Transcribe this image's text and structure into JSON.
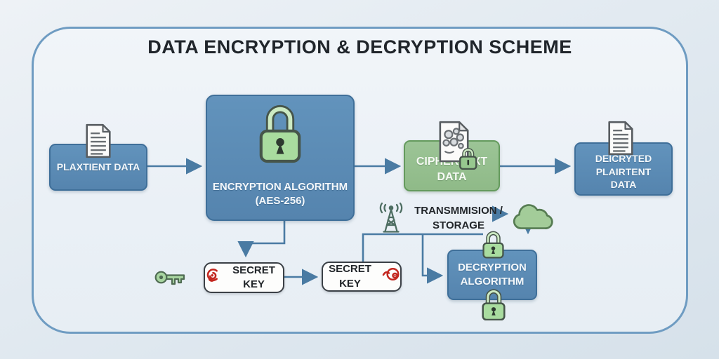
{
  "title": "DATA ENCRYPTION & DECRYPTION SCHEME",
  "nodes": {
    "plaintext": {
      "label": "PLAXTIENT DATA"
    },
    "encryption": {
      "line1": "ENCRYPTION ALGORITHM",
      "line2": "(AES-256)"
    },
    "ciphertext": {
      "line1": "CIPHERTEXT",
      "line2": "DATA"
    },
    "decrypted": {
      "line1": "DEICRYTED",
      "line2": "PLAIRTENT",
      "line3": "DATA"
    },
    "secret_key_left": {
      "label": "SECRET KEY"
    },
    "secret_key_right": {
      "label": "SECRET KEY"
    },
    "decryption": {
      "line1": "DECRYPTION",
      "line2": "ALGORITHM"
    },
    "transmission": {
      "line1": "TRANSMMISION /",
      "line2": "STORAGE"
    }
  },
  "icons": {
    "plaintext_document": "document-icon",
    "ciphertext_document": "encrypted-document-icon",
    "decrypted_document": "document-icon",
    "encryption_padlock": "padlock-icon",
    "decryption_padlock_top": "padlock-icon",
    "decryption_padlock_bottom": "padlock-icon",
    "green_key": "key-icon",
    "red_key_swirl": "key-swirl-icon",
    "red_key_ring": "key-ring-icon",
    "antenna": "radio-tower-icon",
    "cloud": "cloud-icon"
  },
  "colors": {
    "background": "#e2eaf1",
    "panel_fill": "#edf2f7",
    "panel_border": "#6f9cc2",
    "blue_node": "#5b8cb6",
    "blue_node_border": "#3f6f99",
    "green_node": "#96c08f",
    "green_node_border": "#649a5d",
    "white_node_border": "#3b4046",
    "wire": "#4a7ba3",
    "lock_green": "#a9d8a0",
    "red_icon": "#c3261f",
    "title_text": "#20252b"
  }
}
